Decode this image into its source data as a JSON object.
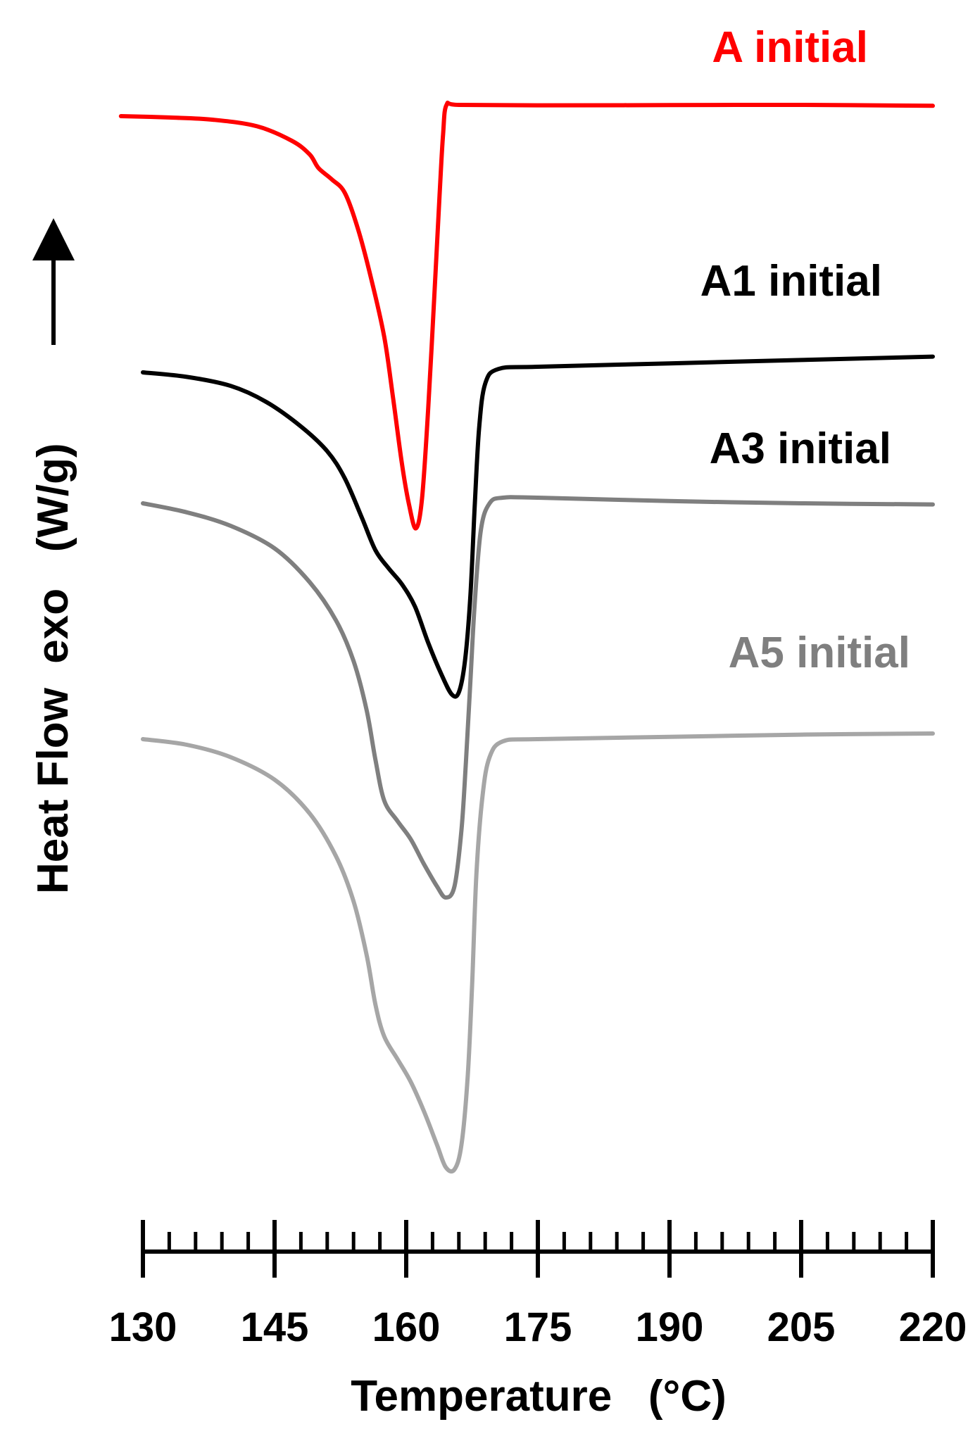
{
  "chart_data": {
    "type": "line",
    "xlabel": "Temperature   (°C)",
    "ylabel": "Heat Flow  exo   (W/g)",
    "xlim": [
      130,
      220
    ],
    "x_ticks": [
      "130",
      "145",
      "160",
      "175",
      "190",
      "205",
      "220"
    ],
    "minor_tick_step": 3,
    "y_axis": "relative units, curves vertically offset; exo direction up (arrow)",
    "grid": false,
    "legend": "inline labels at right of each curve",
    "series": [
      {
        "name": "A initial",
        "color": "#ff0000",
        "offset_rank": 0,
        "points": [
          [
            127.5,
            0.0
          ],
          [
            133,
            -0.6
          ],
          [
            138,
            -1.6
          ],
          [
            143,
            -4.5
          ],
          [
            147,
            -11
          ],
          [
            149,
            -17
          ],
          [
            150,
            -23
          ],
          [
            151.5,
            -28
          ],
          [
            153,
            -34
          ],
          [
            154.5,
            -50
          ],
          [
            156,
            -72
          ],
          [
            157.5,
            -98
          ],
          [
            158.5,
            -125
          ],
          [
            159.5,
            -154
          ],
          [
            160.3,
            -172
          ],
          [
            161.1,
            -183
          ],
          [
            161.8,
            -170
          ],
          [
            162.5,
            -130
          ],
          [
            163.2,
            -80
          ],
          [
            163.8,
            -35
          ],
          [
            164.2,
            -8
          ],
          [
            164.6,
            5
          ],
          [
            166,
            5
          ],
          [
            175,
            4.8
          ],
          [
            190,
            4.9
          ],
          [
            205,
            5.0
          ],
          [
            220,
            4.6
          ]
        ]
      },
      {
        "name": "A1 initial",
        "color": "#000000",
        "offset_rank": 1,
        "points": [
          [
            130,
            0.0
          ],
          [
            135,
            -2
          ],
          [
            140,
            -6
          ],
          [
            144,
            -13
          ],
          [
            148,
            -24
          ],
          [
            151,
            -35
          ],
          [
            153,
            -47
          ],
          [
            155,
            -65
          ],
          [
            156.5,
            -79
          ],
          [
            158,
            -87
          ],
          [
            159.5,
            -94
          ],
          [
            161,
            -104
          ],
          [
            162.5,
            -120
          ],
          [
            164,
            -134
          ],
          [
            165.2,
            -143
          ],
          [
            166,
            -142
          ],
          [
            166.7,
            -128
          ],
          [
            167.3,
            -100
          ],
          [
            167.8,
            -60
          ],
          [
            168.3,
            -25
          ],
          [
            169,
            -5
          ],
          [
            170.5,
            1.5
          ],
          [
            175,
            2.5
          ],
          [
            190,
            4
          ],
          [
            205,
            5.5
          ],
          [
            220,
            7
          ]
        ]
      },
      {
        "name": "A3 initial",
        "color": "#7f7f7f",
        "offset_rank": 2,
        "points": [
          [
            130,
            0.0
          ],
          [
            135,
            -4
          ],
          [
            140,
            -10
          ],
          [
            145,
            -20
          ],
          [
            149,
            -35
          ],
          [
            152,
            -52
          ],
          [
            154,
            -70
          ],
          [
            155.5,
            -92
          ],
          [
            156.5,
            -114
          ],
          [
            157.5,
            -132
          ],
          [
            159,
            -141
          ],
          [
            160.5,
            -149
          ],
          [
            162,
            -160
          ],
          [
            163.5,
            -170
          ],
          [
            164.5,
            -175
          ],
          [
            165.5,
            -170
          ],
          [
            166.3,
            -145
          ],
          [
            166.8,
            -115
          ],
          [
            167.3,
            -80
          ],
          [
            167.8,
            -45
          ],
          [
            168.5,
            -12
          ],
          [
            169.5,
            0
          ],
          [
            171,
            2.5
          ],
          [
            175,
            2.5
          ],
          [
            190,
            1
          ],
          [
            205,
            0
          ],
          [
            220,
            -0.5
          ]
        ]
      },
      {
        "name": "A5 initial",
        "color": "#a6a6a6",
        "offset_rank": 3,
        "points": [
          [
            130,
            0.0
          ],
          [
            135,
            -2.5
          ],
          [
            140,
            -8
          ],
          [
            145,
            -18
          ],
          [
            149,
            -33
          ],
          [
            152,
            -52
          ],
          [
            154,
            -72
          ],
          [
            155.5,
            -96
          ],
          [
            156.5,
            -118
          ],
          [
            157.5,
            -132
          ],
          [
            159,
            -142
          ],
          [
            160.5,
            -152
          ],
          [
            162,
            -165
          ],
          [
            163.5,
            -180
          ],
          [
            164.5,
            -190
          ],
          [
            165.5,
            -191
          ],
          [
            166.3,
            -180
          ],
          [
            167,
            -150
          ],
          [
            167.5,
            -110
          ],
          [
            168,
            -60
          ],
          [
            168.7,
            -25
          ],
          [
            169.5,
            -8
          ],
          [
            171,
            -1
          ],
          [
            175,
            0
          ],
          [
            190,
            1
          ],
          [
            205,
            2
          ],
          [
            220,
            2.5
          ]
        ]
      }
    ]
  }
}
